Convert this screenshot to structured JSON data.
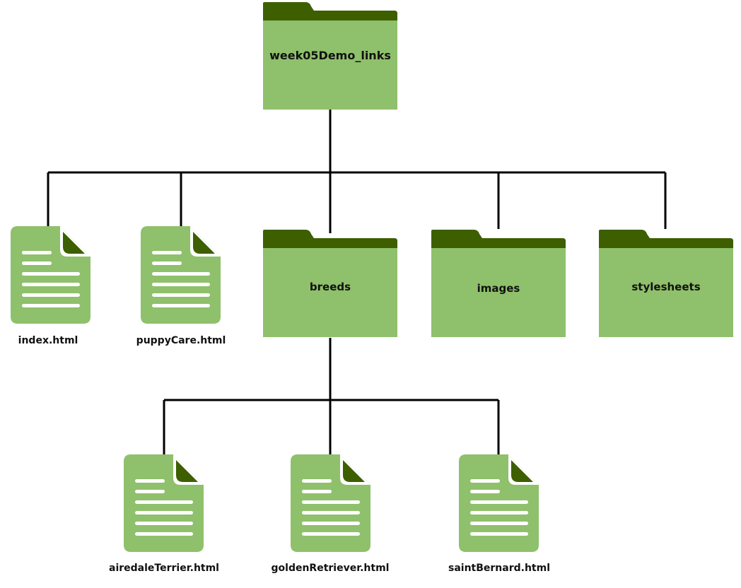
{
  "colors": {
    "folder_body": "#8fc06b",
    "folder_tab": "#3d5f00",
    "file_body": "#8fc06b",
    "file_fold": "#3d5f00",
    "file_lines": "#ffffff",
    "connector": "#000000",
    "text": "#111111"
  },
  "tree": {
    "root": {
      "label": "week05Demo_links",
      "kind": "folder",
      "icon": "folder-icon"
    },
    "level1": [
      {
        "label": "index.html",
        "kind": "file",
        "icon": "html-file-icon"
      },
      {
        "label": "puppyCare.html",
        "kind": "file",
        "icon": "html-file-icon"
      },
      {
        "label": "breeds",
        "kind": "folder",
        "icon": "folder-icon"
      },
      {
        "label": "images",
        "kind": "folder",
        "icon": "folder-icon"
      },
      {
        "label": "stylesheets",
        "kind": "folder",
        "icon": "folder-icon"
      }
    ],
    "breeds_children": [
      {
        "label": "airedaleTerrier.html",
        "kind": "file",
        "icon": "html-file-icon"
      },
      {
        "label": "goldenRetriever.html",
        "kind": "file",
        "icon": "html-file-icon"
      },
      {
        "label": "saintBernard.html",
        "kind": "file",
        "icon": "html-file-icon"
      }
    ]
  }
}
